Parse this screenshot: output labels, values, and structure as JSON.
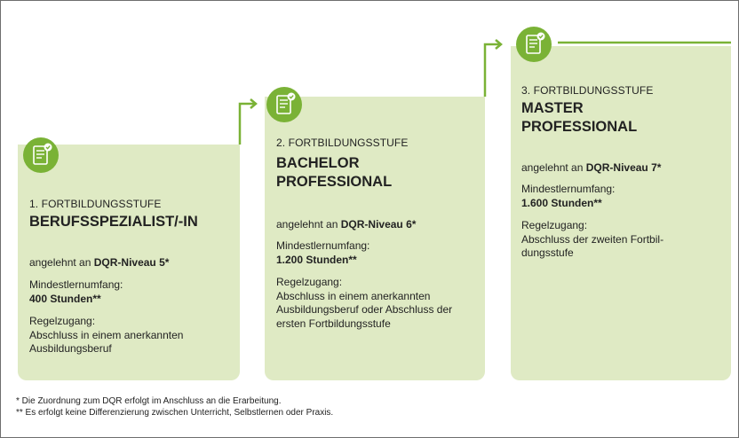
{
  "steps": [
    {
      "stage": "1. FORTBILDUNGSSTUFE",
      "title_lines": [
        "BERUFSSPEZIALIST/-IN"
      ],
      "dqr_prefix": "angelehnt an ",
      "dqr_bold": "DQR-Niveau 5*",
      "scope_label": "Mindestlernumfang:",
      "scope_value": "400 Stunden**",
      "access_label": "Regelzugang:",
      "access_lines": [
        "Abschluss in einem anerkannten",
        "Ausbildungsberuf"
      ],
      "icon": "certificate-icon"
    },
    {
      "stage": "2. FORTBILDUNGSSTUFE",
      "title_lines": [
        "BACHELOR",
        "PROFESSIONAL"
      ],
      "dqr_prefix": "angelehnt an ",
      "dqr_bold": "DQR-Niveau 6*",
      "scope_label": "Mindestlernumfang:",
      "scope_value": "1.200 Stunden**",
      "access_label": "Regelzugang:",
      "access_lines": [
        "Abschluss in einem anerkannten",
        "Ausbildungsberuf oder Abschluss der",
        "ersten Fortbildungsstufe"
      ],
      "icon": "certificate-icon"
    },
    {
      "stage": "3. FORTBILDUNGSSTUFE",
      "title_lines": [
        "MASTER",
        "PROFESSIONAL"
      ],
      "dqr_prefix": "angelehnt an ",
      "dqr_bold": "DQR-Niveau 7*",
      "scope_label": "Mindestlernumfang:",
      "scope_value": "1.600 Stunden**",
      "access_label": "Regelzugang:",
      "access_lines": [
        "Abschluss der zweiten Fortbil-",
        "dungsstufe"
      ],
      "icon": "certificate-icon"
    }
  ],
  "footnotes": [
    "*   Die Zuordnung zum DQR erfolgt im Anschluss an die Erarbeitung.",
    "** Es erfolgt keine Differenzierung zwischen Unterricht, Selbstlernen oder Praxis."
  ],
  "colors": {
    "accent": "#7ab236",
    "card": "#dfeac4",
    "frame": "#6e6e6e"
  }
}
